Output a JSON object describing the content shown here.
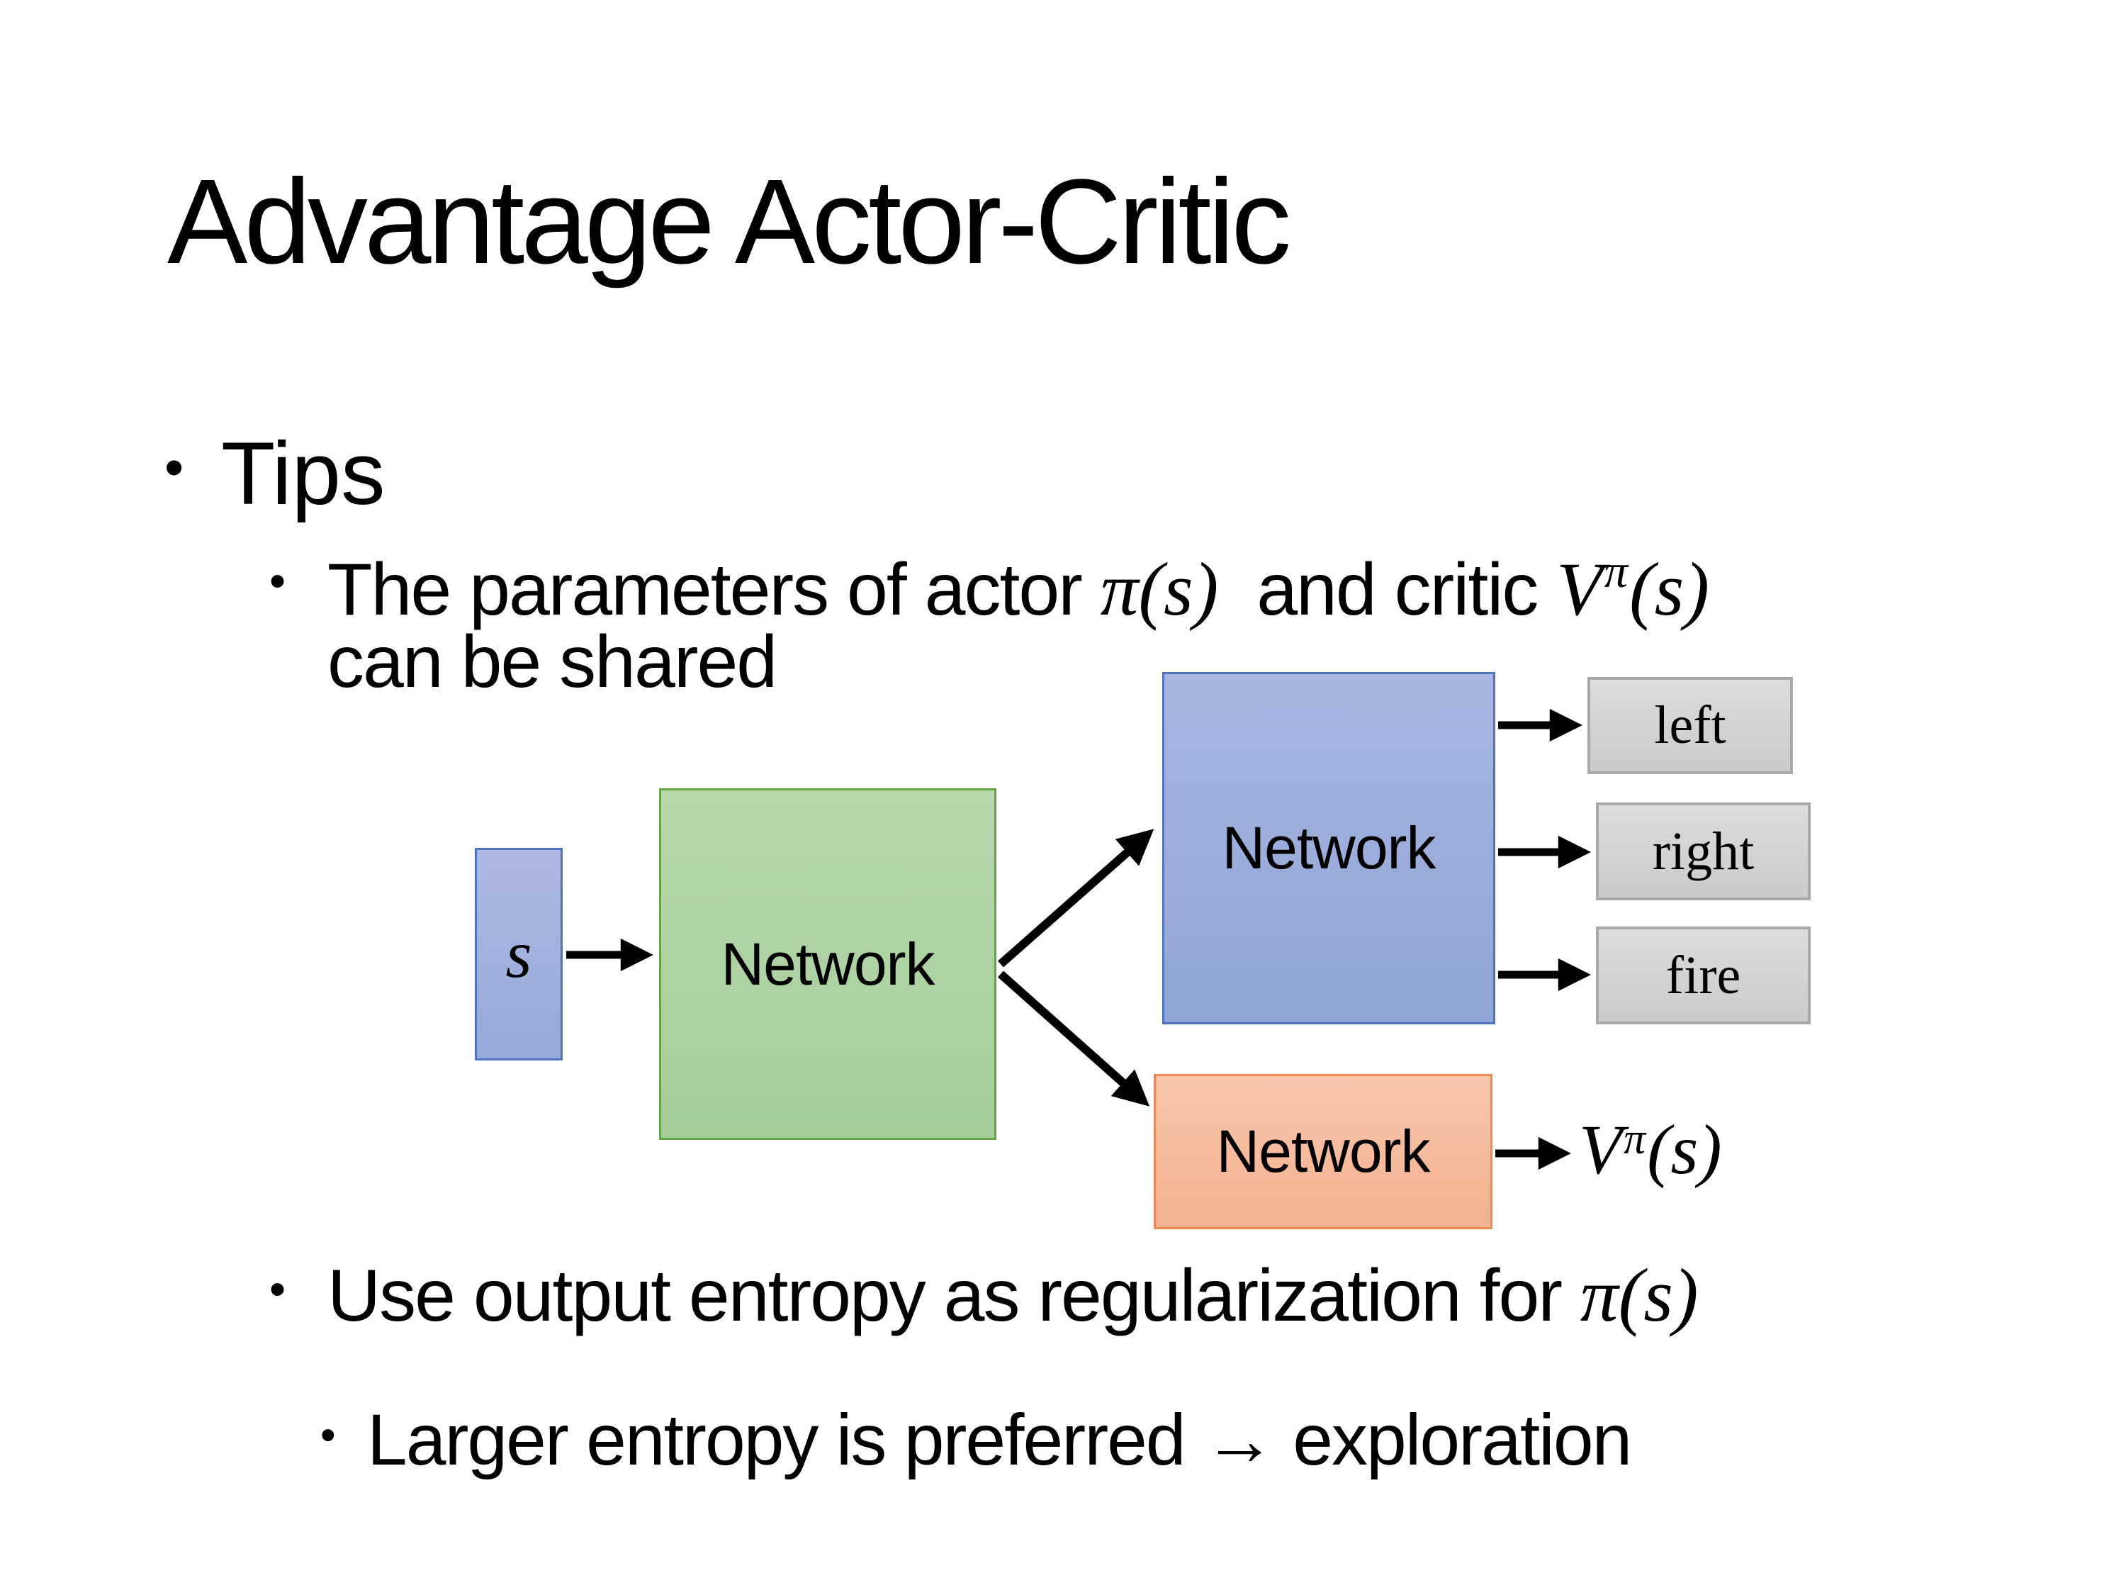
{
  "slide": {
    "title": "Advantage Actor-Critic",
    "bullet_char": "•",
    "bullets": {
      "tips": "Tips",
      "params": {
        "text1": "The parameters of actor ",
        "math_pi": "π(s)",
        "text2": "  and critic ",
        "v": "V",
        "v_sup": "π",
        "v_args": "(s)",
        "line2": "can be shared"
      },
      "entropy": {
        "text1": "Use output entropy as regularization for ",
        "math_pi": "π(s)"
      },
      "exploration": "Larger entropy is preferred → exploration"
    },
    "diagram": {
      "state_label": "s",
      "shared_network_label": "Network",
      "actor_network_label": "Network",
      "critic_network_label": "Network",
      "actions": [
        "left",
        "right",
        "fire"
      ],
      "value": {
        "v": "V",
        "sup": "π",
        "args": "(s)"
      },
      "colors": {
        "blue_fill": "#9cafdc",
        "blue_border": "#4e74c1",
        "green_fill": "#aed3a2",
        "green_border": "#63a544",
        "orange_fill": "#f6bb9e",
        "orange_border": "#ec8b51",
        "gray_fill": "#d3d3d4",
        "gray_border": "#a8a8a8",
        "arrow": "#000000",
        "text": "#000000",
        "background": "#ffffff"
      }
    }
  }
}
